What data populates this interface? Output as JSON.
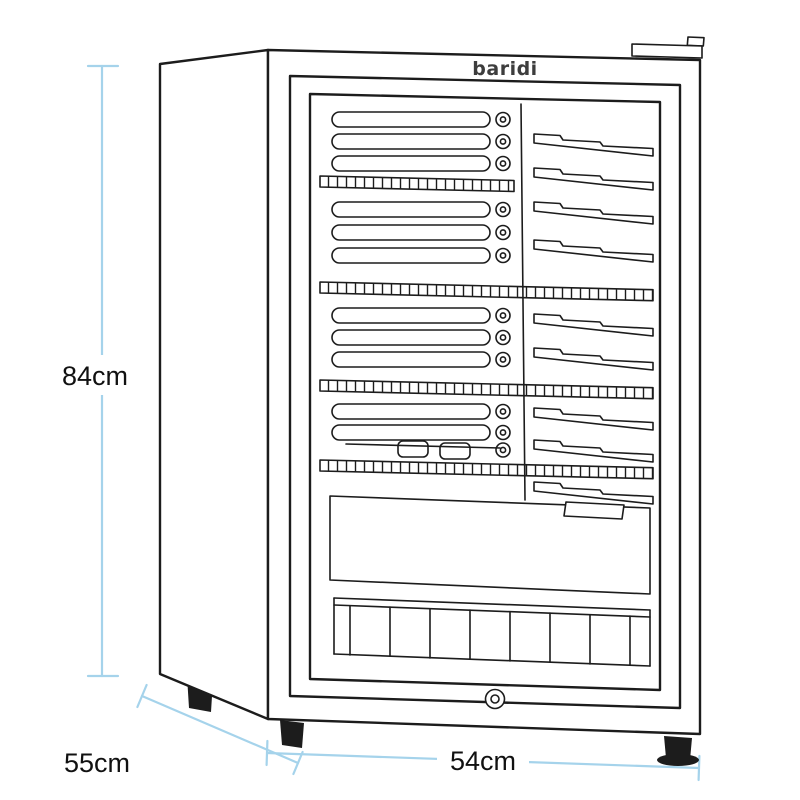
{
  "brand": {
    "label": "baridi"
  },
  "dimensions": {
    "height": {
      "label": "84cm"
    },
    "depth": {
      "label": "55cm"
    },
    "width": {
      "label": "54cm"
    }
  },
  "colors": {
    "line": "#1c1c1c",
    "dimension": "#a5d3eb",
    "label": "#111111",
    "brand": "#3d3d3d",
    "background": "#ffffff"
  }
}
